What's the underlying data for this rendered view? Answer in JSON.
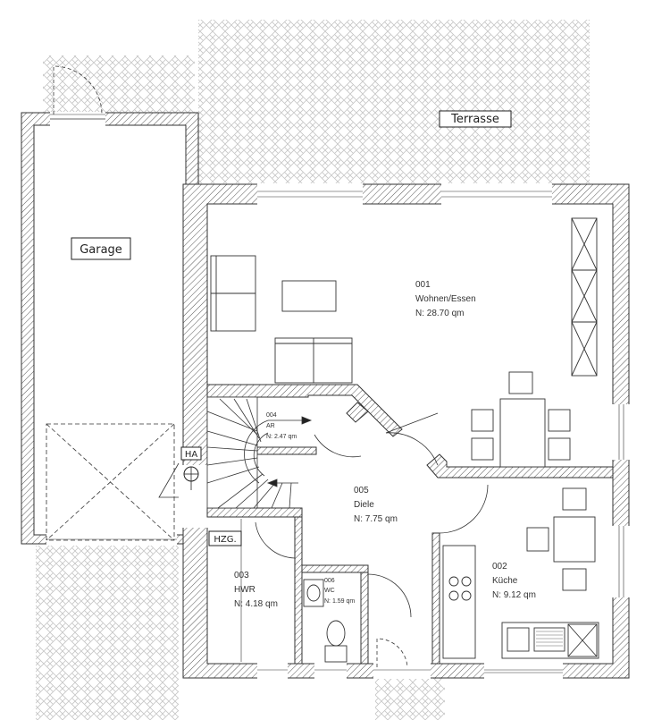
{
  "tags": {
    "terrasse": "Terrasse",
    "garage": "Garage",
    "ha": "HA",
    "hzg": "HZG."
  },
  "rooms": {
    "r001": {
      "number": "001",
      "name": "Wohnen/Essen",
      "area": "N:  28.70  qm"
    },
    "r002": {
      "number": "002",
      "name": "Küche",
      "area": "N:  9.12  qm"
    },
    "r003": {
      "number": "003",
      "name": "HWR",
      "area": "N:  4.18  qm"
    },
    "r004": {
      "number": "004",
      "name": "AR",
      "area": "N:  2.47  qm"
    },
    "r005": {
      "number": "005",
      "name": "Diele",
      "area": "N:  7.75  qm"
    },
    "r006": {
      "number": "006",
      "name": "WC",
      "area": "N:  1.59  qm"
    }
  },
  "colors": {
    "wall_line": "#333333",
    "hatch": "#cccccc",
    "paving": "#bdbdbd"
  }
}
